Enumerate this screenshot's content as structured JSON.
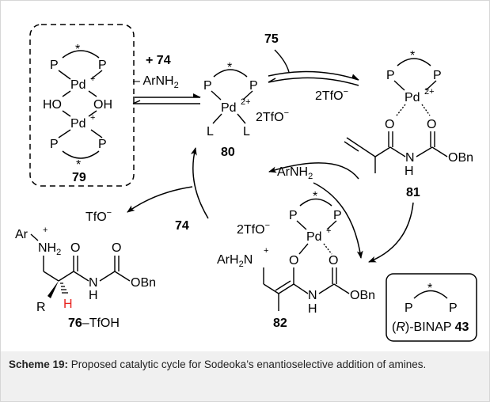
{
  "caption": {
    "label": "Scheme 19:",
    "text": " Proposed catalytic cycle for Sodeoka’s enantioselective addition of amines."
  },
  "scheme": {
    "c79": {
      "p": "P",
      "pd": "Pd",
      "plus": "+",
      "ho": "HO",
      "oh": "OH",
      "star": "*",
      "id": "79"
    },
    "reagents_top": {
      "plus74_plus": "+ ",
      "plus74_num": "74",
      "minus": "– ArNH",
      "sub2": "2"
    },
    "c80": {
      "p": "P",
      "pd": "Pd",
      "charge": "2+",
      "l": "L",
      "tfo": "2TfO",
      "minus": "−",
      "star": "*",
      "id": "80"
    },
    "c75": "75",
    "c81": {
      "tfo": "2TfO",
      "minus": "−",
      "p": "P",
      "pd": "Pd",
      "charge": "2+",
      "o": "O",
      "n": "N",
      "h": "H",
      "obn": "OBn",
      "star": "*",
      "id": "81"
    },
    "arnh2": {
      "text": "ArNH",
      "sub": "2"
    },
    "tfo_left": {
      "text": "TfO",
      "minus": "−"
    },
    "label74": "74",
    "c82": {
      "tfo": "2TfO",
      "minus": "−",
      "p": "P",
      "pd": "Pd",
      "plus": "+",
      "arh2n": "ArH",
      "sub2": "2",
      "n": "N",
      "nplus": "+",
      "o": "O",
      "h": "H",
      "obn": "OBn",
      "star": "*",
      "id": "82"
    },
    "c76": {
      "ar": "Ar",
      "nh": "NH",
      "sub2": "2",
      "plus": "+",
      "o": "O",
      "n": "N",
      "h": "H",
      "obn": "OBn",
      "r": "R",
      "hred": "H",
      "id": "76",
      "suffix": "–TfOH"
    },
    "binap": {
      "p": "P",
      "star": "*",
      "paren_open": "(",
      "r": "R",
      "paren_close": ")-BINAP",
      "id": "43"
    }
  }
}
